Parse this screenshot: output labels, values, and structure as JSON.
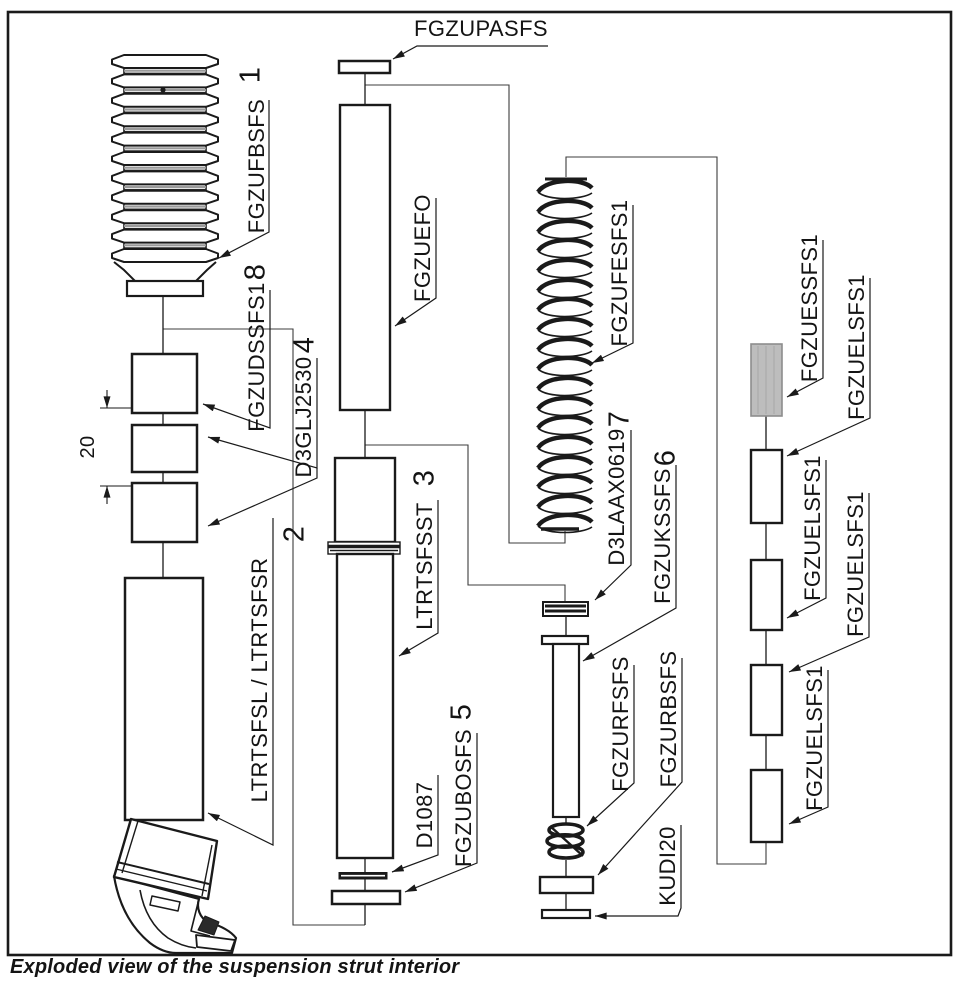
{
  "figure": {
    "caption": "Exploded view of the suspension strut interior"
  },
  "diagram": {
    "dimension_label": "20",
    "labels": {
      "fgzupasfs": "FGZUPASFS",
      "fgzufbsfs": "FGZUFBSFS",
      "fgzudssfs1": "FGZUDSSFS1",
      "d3glj2530": "D3GLJ2530",
      "ltrtsfsl_r": "LTRTSFSL / LTRTSFSR",
      "fgzuefo": "FGZUEFO",
      "ltrtsfsst": "LTRTSFSST",
      "d1087": "D1087",
      "fgzubosfs": "FGZUBOSFS",
      "fgzufesfs1": "FGZUFESFS1",
      "d3laax0619": "D3LAAX0619",
      "fgzukssfs": "FGZUKSSFS",
      "fgzurfsfs": "FGZURFSFS",
      "fgzurbsfs": "FGZURBSFS",
      "kudi20": "KUDI20",
      "fgzuessfs1": "FGZUESSFS1",
      "fgzuelsfs1": "FGZUELSFS1"
    },
    "item_numbers": {
      "n1": "1",
      "n2": "2",
      "n3": "3",
      "n4": "4",
      "n5": "5",
      "n6": "6",
      "n7": "7",
      "n8": "8"
    }
  },
  "colors": {
    "line": "#1a1a1a",
    "gray_part_fill": "#bdbdbd",
    "background": "#ffffff"
  }
}
